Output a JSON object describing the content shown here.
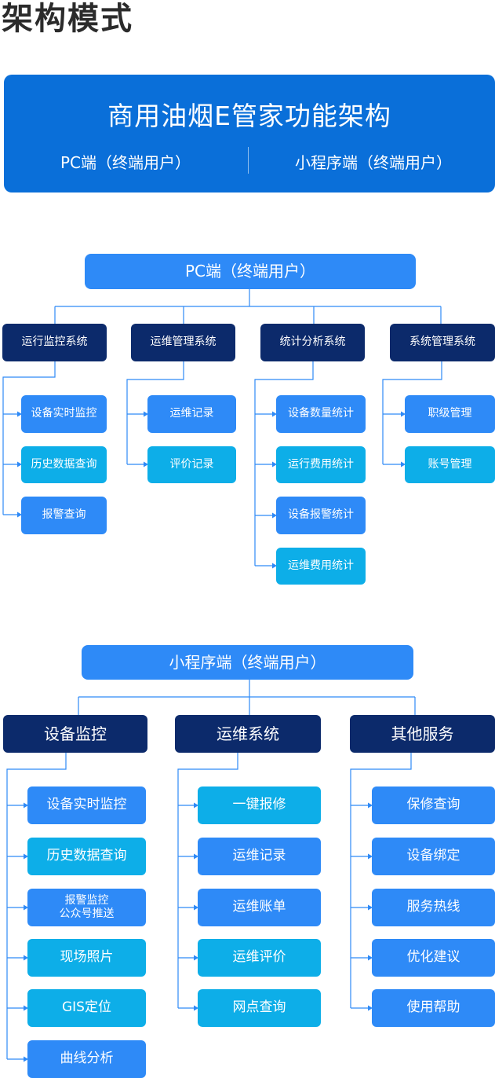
{
  "page_title": "架构模式",
  "banner": {
    "title": "商用油烟E管家功能架构",
    "left": "PC端（终端用户）",
    "right": "小程序端（终端用户）"
  },
  "pc": {
    "root": "PC端（终端用户）",
    "categories": [
      {
        "label": "运行监控系统",
        "items": [
          "设备实时监控",
          "历史数据查询",
          "报警查询"
        ]
      },
      {
        "label": "运维管理系统",
        "items": [
          "运维记录",
          "评价记录"
        ]
      },
      {
        "label": "统计分析系统",
        "items": [
          "设备数量统计",
          "运行费用统计",
          "设备报警统计",
          "运维费用统计"
        ]
      },
      {
        "label": "系统管理系统",
        "items": [
          "职级管理",
          "账号管理"
        ]
      }
    ]
  },
  "mini": {
    "root": "小程序端（终端用户）",
    "categories": [
      {
        "label": "设备监控",
        "items": [
          "设备实时监控",
          "历史数据查询",
          "报警监控\n公众号推送",
          "现场照片",
          "GIS定位",
          "曲线分析"
        ]
      },
      {
        "label": "运维系统",
        "items": [
          "一键报修",
          "运维记录",
          "运维账单",
          "运维评价",
          "网点查询"
        ]
      },
      {
        "label": "其他服务",
        "items": [
          "保修查询",
          "设备绑定",
          "服务热线",
          "优化建议",
          "使用帮助"
        ]
      }
    ]
  },
  "colors": {
    "banner": "#0a6fd9",
    "root": "#2e8af7",
    "category": "#0c2a6b",
    "item_blue": "#2e8af7",
    "item_cyan": "#0daee8",
    "title": "#2b2b2b"
  }
}
